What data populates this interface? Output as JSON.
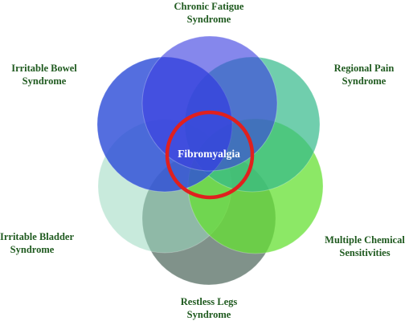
{
  "diagram": {
    "center_label": "Fibromyalgia",
    "center_ring_color": "#e0201e",
    "circles": [
      {
        "id": "restless-legs",
        "color": "#6a7f76"
      },
      {
        "id": "irritable-bladder",
        "color": "#9ad9bf"
      },
      {
        "id": "multiple-chemical",
        "color": "#66e033"
      },
      {
        "id": "regional-pain",
        "color": "#33b98a"
      },
      {
        "id": "irritable-bowel",
        "color": "#2e4ed8"
      },
      {
        "id": "chronic-fatigue",
        "color": "#3a3ee0"
      }
    ],
    "labels": {
      "top": [
        "Chronic Fatigue",
        "Syndrome"
      ],
      "top_left": [
        "Irritable Bowel",
        "Syndrome"
      ],
      "top_right": [
        "Regional Pain",
        "Syndrome"
      ],
      "bottom_left": [
        "Irritable Bladder",
        "Syndrome"
      ],
      "bottom_right": [
        "Multiple Chemical",
        "Sensitivities"
      ],
      "bottom": [
        "Restless Legs",
        "Syndrome"
      ]
    }
  }
}
